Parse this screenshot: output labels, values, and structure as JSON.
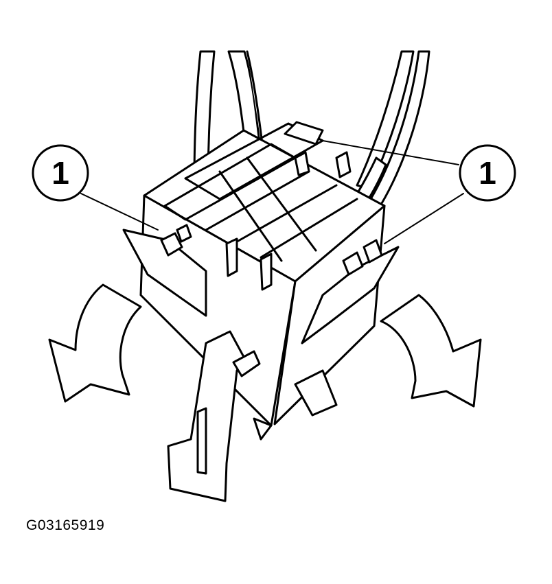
{
  "figure": {
    "figure_id": "G03165919",
    "callouts": [
      {
        "label": "1"
      },
      {
        "label": "1"
      }
    ]
  }
}
